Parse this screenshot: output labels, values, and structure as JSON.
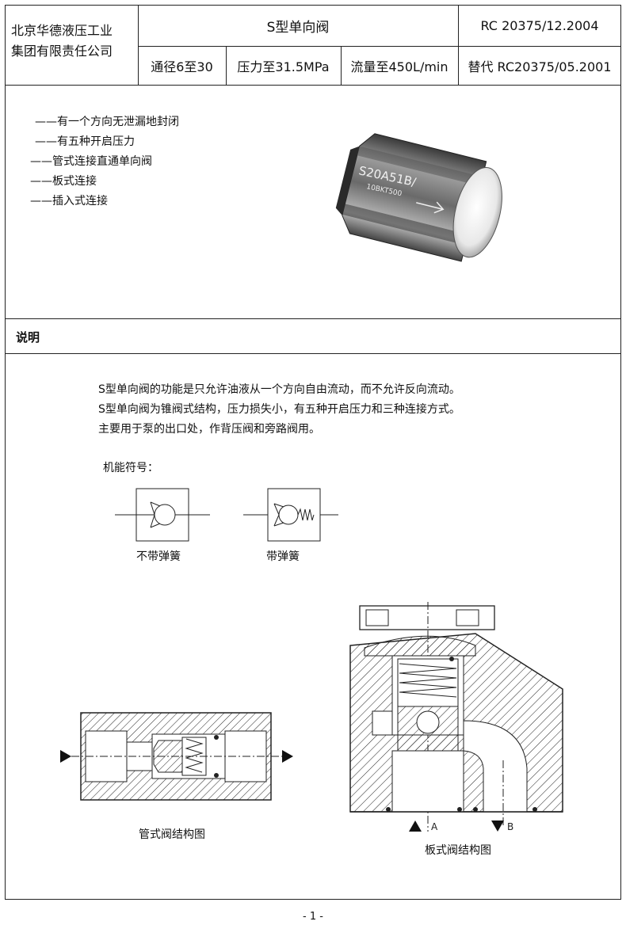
{
  "header": {
    "company_line1": "北京华德液压工业",
    "company_line2": "集团有限责任公司",
    "title": "S型单向阀",
    "doc_code": "RC 20375/12.2004",
    "spec_diameter": "通径6至30",
    "spec_pressure": "压力至31.5MPa",
    "spec_flow": "流量至450L/min",
    "replaces": "替代 RC20375/05.2001"
  },
  "features": [
    "——有一个方向无泄漏地封闭",
    "——有五种开启压力",
    "——管式连接直通单向阀",
    "——板式连接",
    "——插入式连接"
  ],
  "product_photo": {
    "marking_line1": "S20A51B/",
    "marking_line2": "10BKT500"
  },
  "description": {
    "section_title": "说明",
    "lines": [
      "S型单向阀的功能是只允许油液从一个方向自由流动，而不允许反向流动。",
      "S型单向阀为锥阀式结构，压力损失小，有五种开启压力和三种连接方式。",
      "主要用于泵的出口处，作背压阀和旁路阀用。"
    ]
  },
  "symbols": {
    "heading": "机能符号：",
    "no_spring": "不带弹簧",
    "with_spring": "带弹簧"
  },
  "drawings": {
    "pipe_caption": "管式阀结构图",
    "plate_caption": "板式阀结构图",
    "port_a": "A",
    "port_b": "B"
  },
  "page_number": "- 1 -"
}
